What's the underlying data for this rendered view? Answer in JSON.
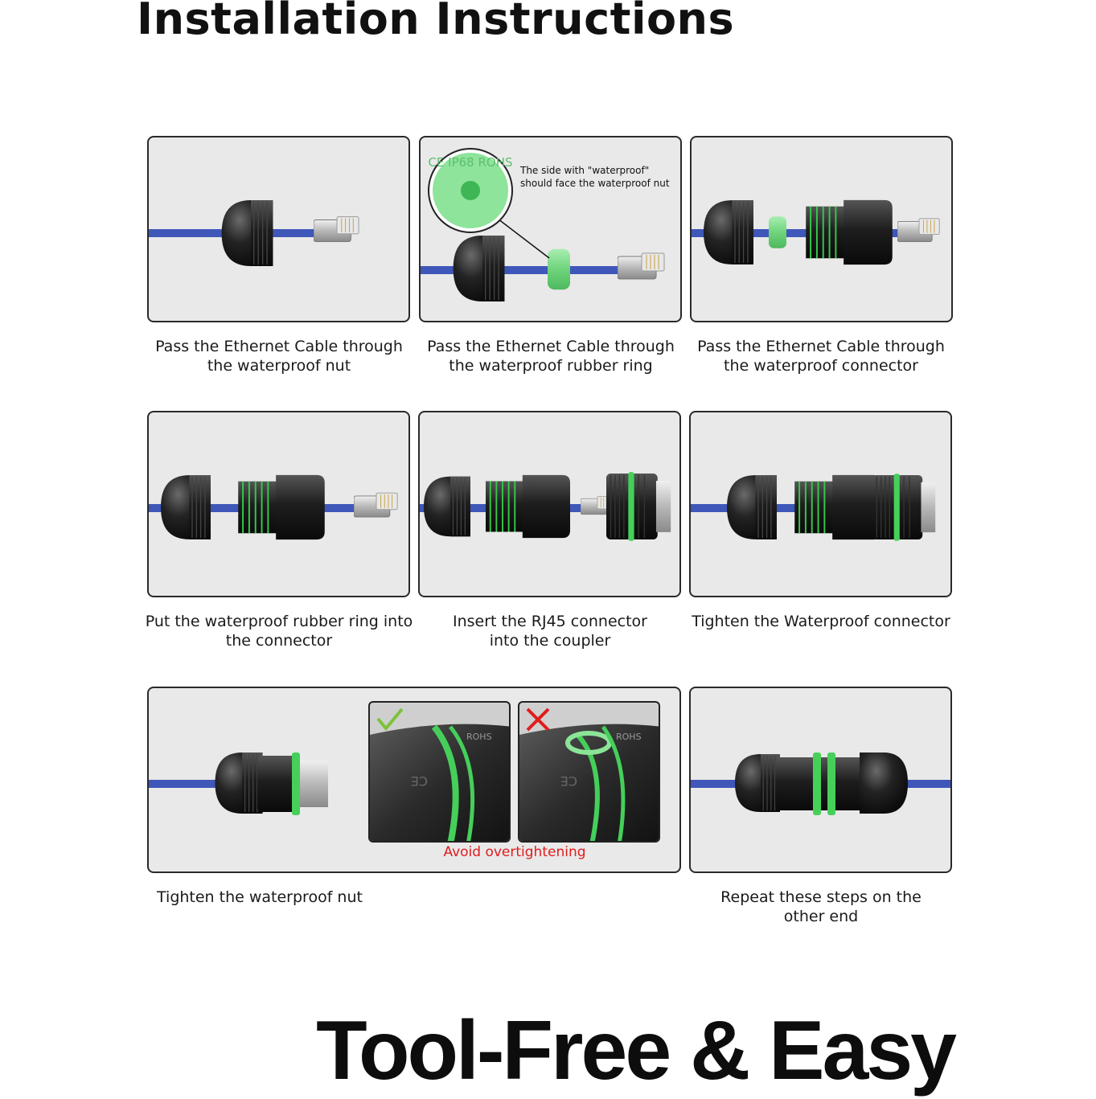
{
  "page": {
    "title": "Installation Instructions",
    "tagline": "Tool-Free & Easy"
  },
  "steps": [
    {
      "line1": "Pass the Ethernet Cable through",
      "line2": "the waterproof nut"
    },
    {
      "line1": "Pass the Ethernet Cable through",
      "line2": "the waterproof rubber ring"
    },
    {
      "line1": "Pass the Ethernet Cable through",
      "line2": "the waterproof connector"
    },
    {
      "line1": "Put the waterproof rubber ring into",
      "line2": "the connector"
    },
    {
      "line1": "Insert the RJ45 connector",
      "line2": "into the coupler"
    },
    {
      "line1": "Tighten the Waterproof connector",
      "line2": ""
    },
    {
      "line1": "Tighten the waterproof nut",
      "line2": ""
    },
    {
      "line1": "Repeat these steps on the",
      "line2": "other end"
    }
  ],
  "callout": {
    "line1": "The side with \"waterproof\"",
    "line2": "should face the waterproof nut",
    "ring_marks": "CE IP68 ROHS"
  },
  "warning": {
    "text": "Avoid overtightening",
    "inset_mark": "CE",
    "inset_brand": "ROHS"
  },
  "icons": {
    "correct": "check-icon",
    "wrong": "cross-icon"
  },
  "colors": {
    "cable": "#3f57b8",
    "connector": "#1c1c1c",
    "ring": "#7ddc8a",
    "accent_green": "#35c14a",
    "check": "#7cc23b",
    "cross": "#e11c1c",
    "warning": "#e11c1c"
  }
}
